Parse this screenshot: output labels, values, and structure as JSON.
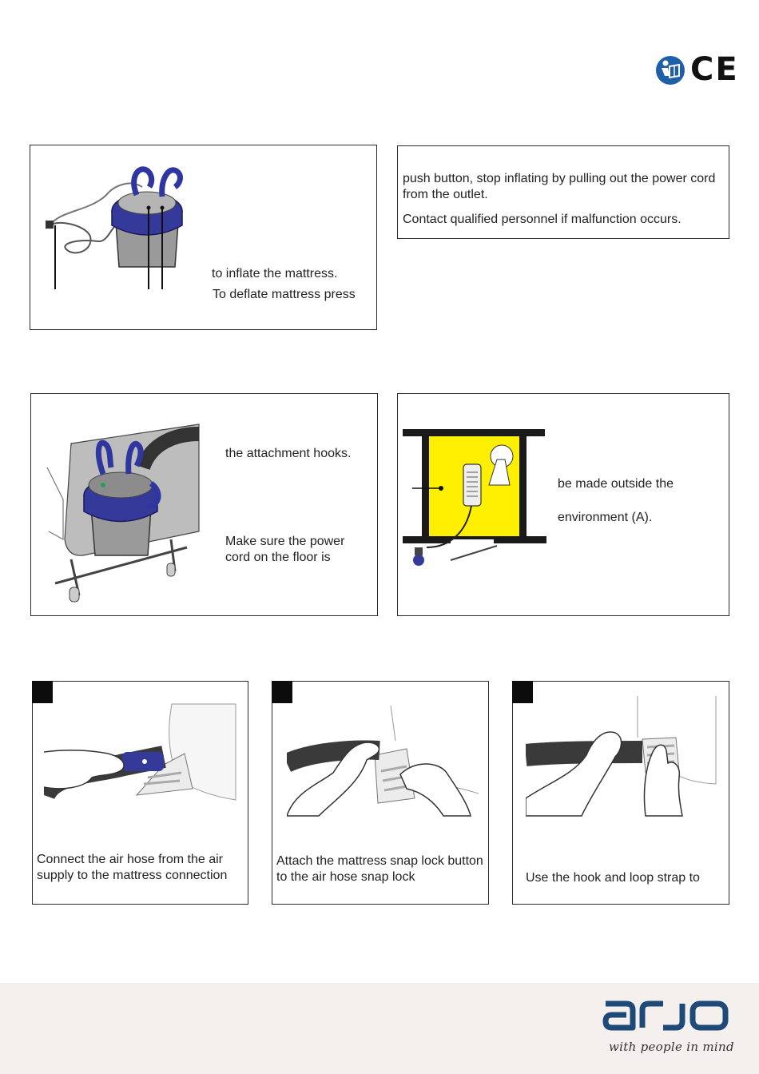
{
  "header": {
    "icons": [
      "manual-icon",
      "ce-mark-icon"
    ],
    "ce_text": "CE"
  },
  "box1": {
    "line1": "to inflate the mattress.",
    "line2": "To deflate mattress press"
  },
  "box2": {
    "para1": "push button, stop inflating by pulling out the power cord from the outlet.",
    "para2": "Contact qualified personnel if malfunction occurs."
  },
  "box3": {
    "text1": "the attachment hooks.",
    "text2": "Make sure the power cord on the floor is"
  },
  "box4": {
    "text1": "be made outside the",
    "text2": "environment (A)."
  },
  "steps": [
    {
      "text": "Connect the air hose from the air supply to the mattress connection"
    },
    {
      "text": "Attach the mattress snap lock button to the air hose snap lock"
    },
    {
      "text": "Use the hook and loop strap to"
    }
  ],
  "footer": {
    "brand": "arjo",
    "tagline": "with people in mind",
    "brand_color": "#1f4a78"
  }
}
